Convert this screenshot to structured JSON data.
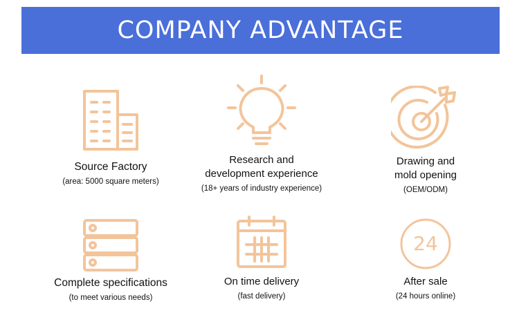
{
  "header": {
    "title": "COMPANY ADVANTAGE"
  },
  "theme": {
    "banner_color": "#4a6fd9",
    "icon_color": "#f3c49a"
  },
  "advantages": [
    {
      "icon": "factory-buildings-icon",
      "title": "Source Factory",
      "subtitle": "(area: 5000 square meters)"
    },
    {
      "icon": "lightbulb-icon",
      "title_line1": "Research and",
      "title_line2": "development experience",
      "subtitle": "(18+ years of industry experience)"
    },
    {
      "icon": "target-arrow-icon",
      "title_line1": "Drawing and",
      "title_line2": "mold opening",
      "subtitle": "(OEM/ODM)"
    },
    {
      "icon": "server-stack-icon",
      "title": "Complete specifications",
      "subtitle": "(to meet various needs)"
    },
    {
      "icon": "calendar-icon",
      "title": "On time delivery",
      "subtitle": "(fast delivery)"
    },
    {
      "icon": "clock-24-icon",
      "icon_text": "24",
      "title": "After sale",
      "subtitle": "(24 hours online)"
    }
  ]
}
